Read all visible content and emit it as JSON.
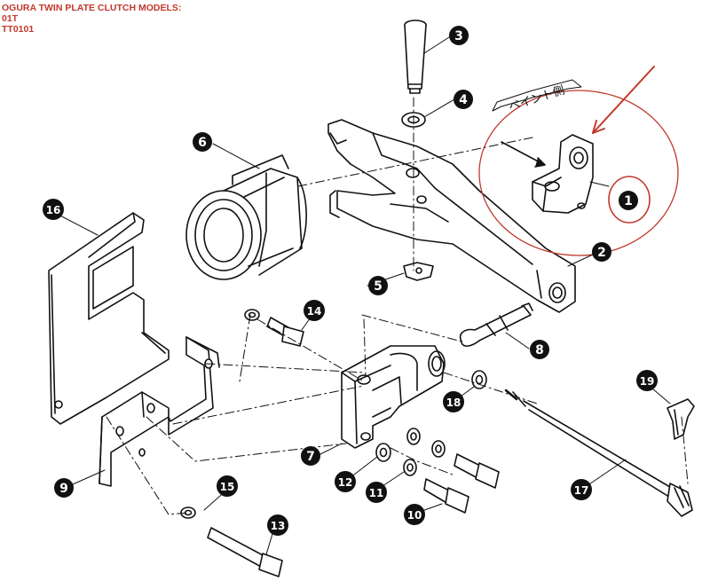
{
  "header": {
    "line1": "OGURA TWIN PLATE CLUTCH MODELS:",
    "line2": "01T",
    "line3": "TT0101"
  },
  "annotation": {
    "japanese_label": "ペイント側",
    "highlight_color": "#c0392b"
  },
  "callouts": [
    {
      "id": "1",
      "label": "1"
    },
    {
      "id": "2",
      "label": "2"
    },
    {
      "id": "3",
      "label": "3"
    },
    {
      "id": "4",
      "label": "4"
    },
    {
      "id": "5",
      "label": "5"
    },
    {
      "id": "6",
      "label": "6"
    },
    {
      "id": "7",
      "label": "7"
    },
    {
      "id": "8",
      "label": "8"
    },
    {
      "id": "9",
      "label": "9"
    },
    {
      "id": "10",
      "label": "10"
    },
    {
      "id": "11",
      "label": "11"
    },
    {
      "id": "12",
      "label": "12"
    },
    {
      "id": "13",
      "label": "13"
    },
    {
      "id": "14",
      "label": "14"
    },
    {
      "id": "15",
      "label": "15"
    },
    {
      "id": "16",
      "label": "16"
    },
    {
      "id": "17",
      "label": "17"
    },
    {
      "id": "18",
      "label": "18"
    },
    {
      "id": "19",
      "label": "19"
    }
  ],
  "colors": {
    "line": "#111111",
    "callout_fill": "#111111",
    "header_text": "#c0392b"
  }
}
